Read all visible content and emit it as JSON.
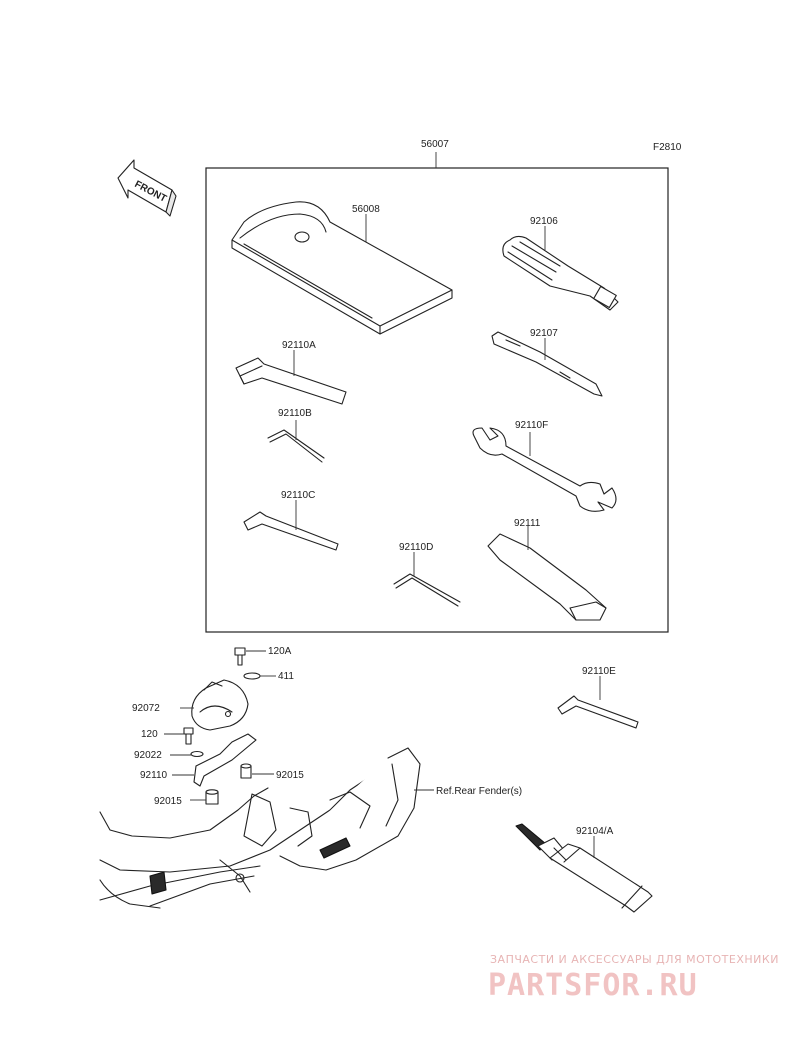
{
  "figure_code": "F2810",
  "direction_label": "FRONT",
  "labels": {
    "set": "56007",
    "pouch": "56008",
    "screwdriver_handle": "92106",
    "screwdriver_bit": "92107",
    "hex_a": "92110A",
    "hex_b": "92110B",
    "hex_c": "92110C",
    "hex_d": "92110D",
    "wrench": "92110F",
    "extension": "92111",
    "hex_e": "92110E",
    "bolt_120a": "120A",
    "washer_411": "411",
    "cap_92072": "92072",
    "bolt_120": "120",
    "washer_92022": "92022",
    "bracket_92110": "92110",
    "collar_92015_right": "92015",
    "collar_92015_left": "92015",
    "fender_ref": "Ref.Rear Fender(s)",
    "grease": "92104/A"
  },
  "watermark": {
    "line1": "ЗАПЧАСТИ И АКСЕССУАРЫ ДЛЯ МОТОТЕХНИКИ",
    "line2": "PARTSFOR.RU"
  }
}
